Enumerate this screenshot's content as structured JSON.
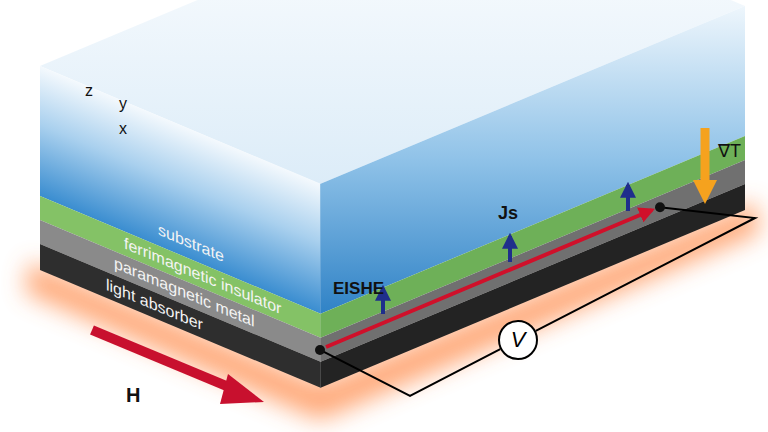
{
  "diagram": {
    "nodes": [
      {
        "text": [
          "substrate"
        ]
      },
      {
        "text": [
          "ferrimagnetic insulator"
        ]
      },
      {
        "text": [
          "paramagnetic metal"
        ]
      },
      {
        "text": [
          "light absorber"
        ]
      },
      {
        "text": [
          "V"
        ]
      }
    ],
    "edges": [
      {
        "from": 2,
        "to": 4,
        "arrow": "none"
      },
      {
        "from": 4,
        "to": 2,
        "arrow": "none"
      }
    ],
    "labels": [
      "z",
      "y",
      "x",
      "Js",
      "EISHE",
      "∇T",
      "H"
    ]
  }
}
